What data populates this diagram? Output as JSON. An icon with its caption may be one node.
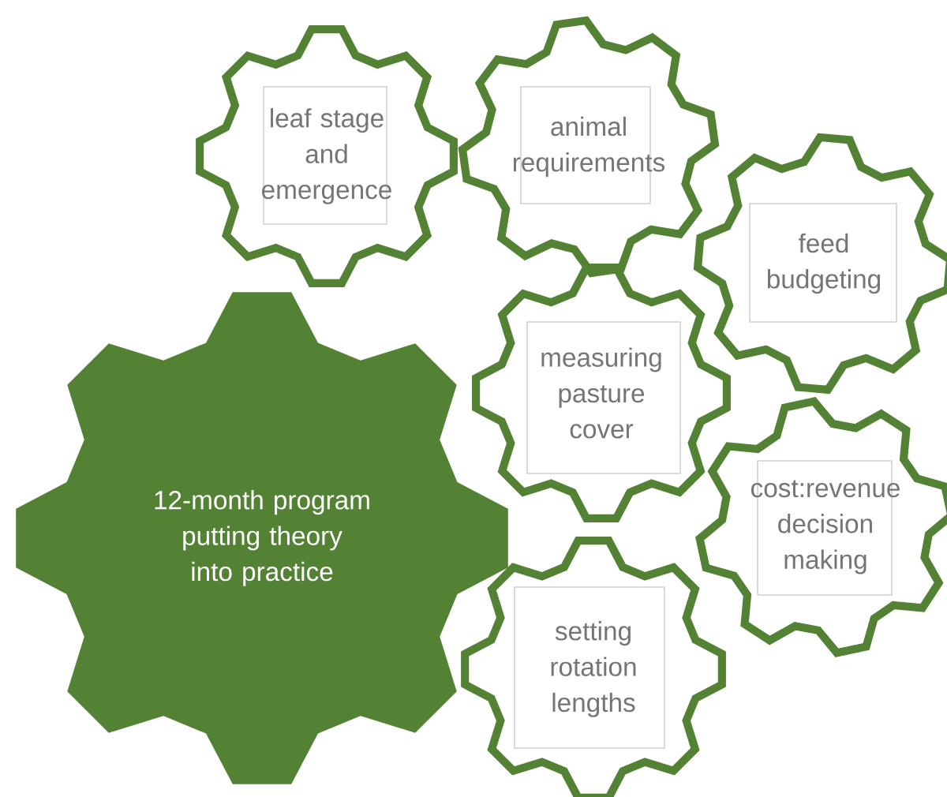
{
  "diagram": {
    "nodes": [
      {
        "text": [
          "leaf stage and emergence"
        ]
      },
      {
        "text": [
          "animal requirements"
        ]
      },
      {
        "text": [
          "feed budgeting"
        ]
      },
      {
        "text": [
          "measuring pasture cover"
        ]
      },
      {
        "text": [
          "12-month program putting theory into practice"
        ]
      },
      {
        "text": [
          "cost:revenue decision making"
        ]
      },
      {
        "text": [
          "setting rotation lengths"
        ]
      }
    ]
  }
}
